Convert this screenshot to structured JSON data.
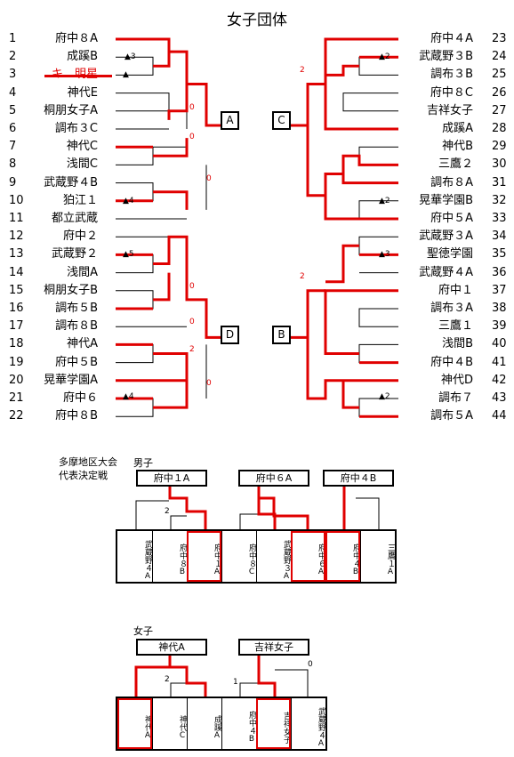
{
  "title": "女子団体",
  "left_teams": [
    {
      "num": "1",
      "name": "府中８A"
    },
    {
      "num": "2",
      "name": "成蹊B"
    },
    {
      "num": "3",
      "name": "キ　明星",
      "struck": true
    },
    {
      "num": "4",
      "name": "神代E"
    },
    {
      "num": "5",
      "name": "桐朋女子A"
    },
    {
      "num": "6",
      "name": "調布３C"
    },
    {
      "num": "7",
      "name": "神代C"
    },
    {
      "num": "8",
      "name": "浅間C"
    },
    {
      "num": "9",
      "name": "武蔵野４B"
    },
    {
      "num": "10",
      "name": "狛江１"
    },
    {
      "num": "11",
      "name": "都立武蔵"
    },
    {
      "num": "12",
      "name": "府中２"
    },
    {
      "num": "13",
      "name": "武蔵野２"
    },
    {
      "num": "14",
      "name": "浅間A"
    },
    {
      "num": "15",
      "name": "桐朋女子B"
    },
    {
      "num": "16",
      "name": "調布５B"
    },
    {
      "num": "17",
      "name": "調布８B"
    },
    {
      "num": "18",
      "name": "神代A"
    },
    {
      "num": "19",
      "name": "府中５B"
    },
    {
      "num": "20",
      "name": "晃華学園A"
    },
    {
      "num": "21",
      "name": "府中６"
    },
    {
      "num": "22",
      "name": "府中８B"
    }
  ],
  "right_teams": [
    {
      "num": "23",
      "name": "府中４A"
    },
    {
      "num": "24",
      "name": "武蔵野３B"
    },
    {
      "num": "25",
      "name": "調布３B"
    },
    {
      "num": "26",
      "name": "府中８C"
    },
    {
      "num": "27",
      "name": "吉祥女子"
    },
    {
      "num": "28",
      "name": "成蹊A"
    },
    {
      "num": "29",
      "name": "神代B"
    },
    {
      "num": "30",
      "name": "三鷹２"
    },
    {
      "num": "31",
      "name": "調布８A"
    },
    {
      "num": "32",
      "name": "晃華学園B"
    },
    {
      "num": "33",
      "name": "府中５A"
    },
    {
      "num": "34",
      "name": "武蔵野３A"
    },
    {
      "num": "35",
      "name": "聖徳学園"
    },
    {
      "num": "36",
      "name": "武蔵野４A"
    },
    {
      "num": "37",
      "name": "府中１"
    },
    {
      "num": "38",
      "name": "調布３A"
    },
    {
      "num": "39",
      "name": "三鷹１"
    },
    {
      "num": "40",
      "name": "浅間B"
    },
    {
      "num": "41",
      "name": "府中４B"
    },
    {
      "num": "42",
      "name": "神代D"
    },
    {
      "num": "43",
      "name": "調布７"
    },
    {
      "num": "44",
      "name": "調布５A"
    }
  ],
  "bracket_labels": {
    "a": "A",
    "b": "B",
    "c": "C",
    "d": "D"
  },
  "score_notes": {
    "l2": "▲3",
    "l3": "▲",
    "l10": "▲4",
    "l13": "▲5",
    "l21": "▲4",
    "r24": "▲2",
    "r32": "▲2",
    "r35": "▲3",
    "r43": "▲2",
    "s0a": "0",
    "s0b": "0",
    "s0c": "0",
    "s0d": "0",
    "s0e": "0",
    "s0f": "0",
    "s2a": "2",
    "s2b": "2",
    "s2c": "2"
  },
  "rep_title_line1": "多摩地区大会",
  "rep_title_line2": "代表決定戦",
  "boys": {
    "label": "男子",
    "winners": [
      "府中１A",
      "府中６A",
      "府中４B"
    ],
    "score": "2",
    "teams": [
      "武蔵野４A",
      "府中８B",
      "府中１A",
      "府中８C",
      "武蔵野３A",
      "府中６A",
      "府中４B",
      "三鷹１A"
    ]
  },
  "girls": {
    "label": "女子",
    "winners": [
      "神代A",
      "吉祥女子"
    ],
    "scores": [
      "2",
      "1",
      "0"
    ],
    "teams": [
      "神代A",
      "神代C",
      "成蹊A",
      "府中４B",
      "吉祥女子",
      "武蔵野４A"
    ]
  },
  "colors": {
    "win": "#e00000",
    "line": "#000000"
  }
}
